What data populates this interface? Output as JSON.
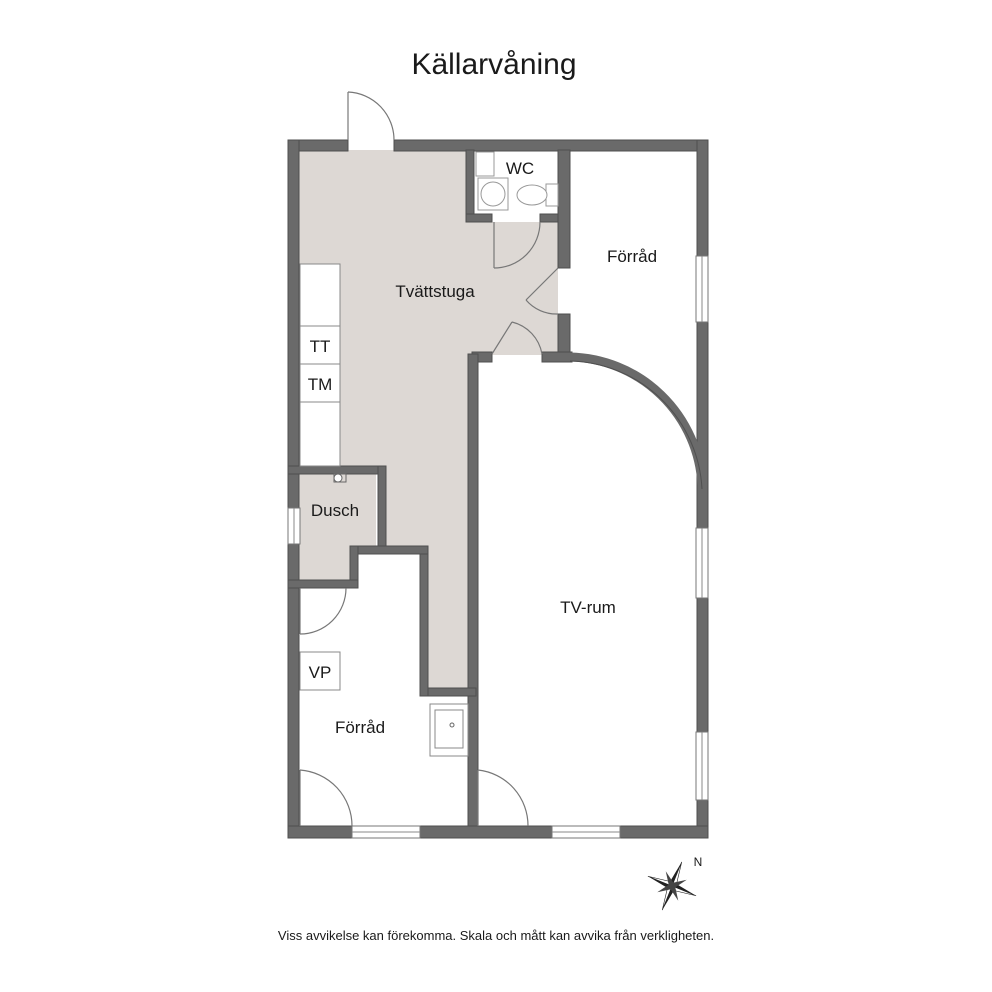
{
  "floorplan": {
    "title": "Källarvåning",
    "rooms": {
      "tvattstuga": "Tvättstuga",
      "wc": "WC",
      "forrad_ne": "Förråd",
      "tt": "TT",
      "tm": "TM",
      "dusch": "Dusch",
      "tv_rum": "TV-rum",
      "vp": "VP",
      "forrad_sw": "Förråd"
    },
    "compass_label": "N",
    "disclaimer": "Viss avvikelse kan förekomma. Skala och mått kan avvika från verkligheten.",
    "colors": {
      "wall": "#6a6a6a",
      "shaded_floor": "#ddd8d4",
      "background": "#ffffff"
    },
    "icons": [
      "compass-rose-icon",
      "toilet-icon",
      "washbasin-icon",
      "sink-icon",
      "shower-drain-icon"
    ]
  }
}
